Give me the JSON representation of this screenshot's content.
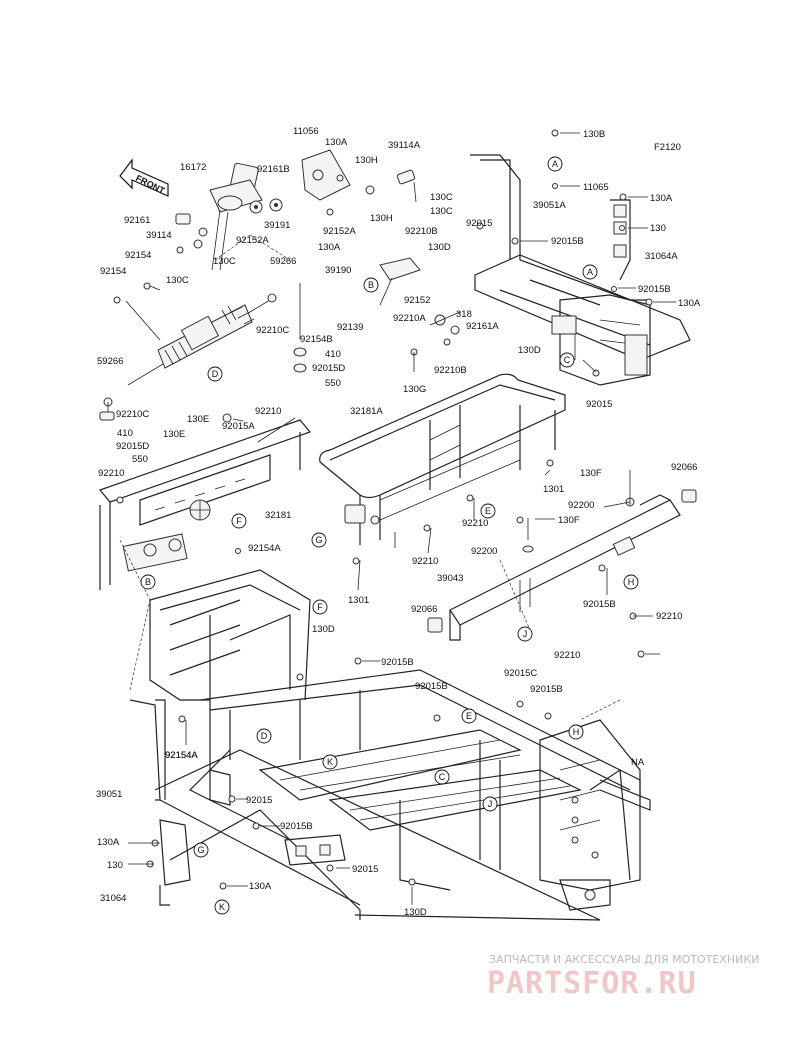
{
  "figure_code": "F2120",
  "front_arrow": "FRONT",
  "part_labels": [
    {
      "id": "p1",
      "text": "11056"
    },
    {
      "id": "p2",
      "text": "130A"
    },
    {
      "id": "p3",
      "text": "39114A"
    },
    {
      "id": "p4",
      "text": "130H"
    },
    {
      "id": "p5",
      "text": "16172"
    },
    {
      "id": "p6",
      "text": "92161B"
    },
    {
      "id": "p7",
      "text": "130C"
    },
    {
      "id": "p8",
      "text": "130C"
    },
    {
      "id": "p9",
      "text": "92161"
    },
    {
      "id": "p10",
      "text": "39114"
    },
    {
      "id": "p11",
      "text": "92152A"
    },
    {
      "id": "p12",
      "text": "92152A"
    },
    {
      "id": "p13",
      "text": "130A"
    },
    {
      "id": "p14",
      "text": "130C"
    },
    {
      "id": "p15",
      "text": "39191"
    },
    {
      "id": "p16",
      "text": "92154"
    },
    {
      "id": "p17",
      "text": "130C"
    },
    {
      "id": "p18",
      "text": "92154"
    },
    {
      "id": "p19",
      "text": "59266"
    },
    {
      "id": "p20",
      "text": "92210C"
    },
    {
      "id": "p21",
      "text": "92154B"
    },
    {
      "id": "p22",
      "text": "410"
    },
    {
      "id": "p23",
      "text": "92015D"
    },
    {
      "id": "p24",
      "text": "550"
    },
    {
      "id": "p25",
      "text": "59266"
    },
    {
      "id": "p26",
      "text": "92210C"
    },
    {
      "id": "p27",
      "text": "410"
    },
    {
      "id": "p28",
      "text": "92015D"
    },
    {
      "id": "p29",
      "text": "550"
    },
    {
      "id": "p30",
      "text": "92015A"
    },
    {
      "id": "p31",
      "text": "92210"
    },
    {
      "id": "p32",
      "text": "130E"
    },
    {
      "id": "p33",
      "text": "130E"
    },
    {
      "id": "p34",
      "text": "92210"
    },
    {
      "id": "p35",
      "text": "32181"
    },
    {
      "id": "p36",
      "text": "92154A"
    },
    {
      "id": "p37",
      "text": "130H"
    },
    {
      "id": "p38",
      "text": "92210B"
    },
    {
      "id": "p39",
      "text": "39190"
    },
    {
      "id": "p40",
      "text": "130D"
    },
    {
      "id": "p41",
      "text": "92152"
    },
    {
      "id": "p42",
      "text": "92139"
    },
    {
      "id": "p43",
      "text": "318"
    },
    {
      "id": "p44",
      "text": "92210A"
    },
    {
      "id": "p45",
      "text": "92161A"
    },
    {
      "id": "p46",
      "text": "92210B"
    },
    {
      "id": "p47",
      "text": "130G"
    },
    {
      "id": "p48",
      "text": "92154A"
    },
    {
      "id": "p49",
      "text": "39051A"
    },
    {
      "id": "p50",
      "text": "92015"
    },
    {
      "id": "p51",
      "text": "92015B"
    },
    {
      "id": "p52",
      "text": "130B"
    },
    {
      "id": "p53",
      "text": "11065"
    },
    {
      "id": "p54",
      "text": "130A"
    },
    {
      "id": "p55",
      "text": "130"
    },
    {
      "id": "p56",
      "text": "31064A"
    },
    {
      "id": "p57",
      "text": "92015B"
    },
    {
      "id": "p58",
      "text": "130A"
    },
    {
      "id": "p59",
      "text": "130D"
    },
    {
      "id": "p60",
      "text": "92015"
    },
    {
      "id": "p61",
      "text": "32181A"
    },
    {
      "id": "p62",
      "text": "1301"
    },
    {
      "id": "p63",
      "text": "92210"
    },
    {
      "id": "p64",
      "text": "92210"
    },
    {
      "id": "p65",
      "text": "1301"
    },
    {
      "id": "p66",
      "text": "130F"
    },
    {
      "id": "p67",
      "text": "92066"
    },
    {
      "id": "p68",
      "text": "92200"
    },
    {
      "id": "p69",
      "text": "130F"
    },
    {
      "id": "p70",
      "text": "92200"
    },
    {
      "id": "p71",
      "text": "39043"
    },
    {
      "id": "p72",
      "text": "92015B"
    },
    {
      "id": "p73",
      "text": "92066"
    },
    {
      "id": "p74",
      "text": "92210"
    },
    {
      "id": "p75",
      "text": "92210"
    },
    {
      "id": "p76",
      "text": "130D"
    },
    {
      "id": "p77",
      "text": "92015B"
    },
    {
      "id": "p78",
      "text": "92015C"
    },
    {
      "id": "p79",
      "text": "92015B"
    },
    {
      "id": "p80",
      "text": "92015B"
    },
    {
      "id": "p81",
      "text": "92154A"
    },
    {
      "id": "p82",
      "text": "NA"
    },
    {
      "id": "p83",
      "text": "39051"
    },
    {
      "id": "p84",
      "text": "92015"
    },
    {
      "id": "p85",
      "text": "130A"
    },
    {
      "id": "p86",
      "text": "92015B"
    },
    {
      "id": "p87",
      "text": "130"
    },
    {
      "id": "p88",
      "text": "92015"
    },
    {
      "id": "p89",
      "text": "130A"
    },
    {
      "id": "p90",
      "text": "31064"
    },
    {
      "id": "p91",
      "text": "130D"
    }
  ],
  "callouts": [
    {
      "id": "c1",
      "letter": "A"
    },
    {
      "id": "c2",
      "letter": "A"
    },
    {
      "id": "c3",
      "letter": "B"
    },
    {
      "id": "c4",
      "letter": "B"
    },
    {
      "id": "c5",
      "letter": "C"
    },
    {
      "id": "c6",
      "letter": "C"
    },
    {
      "id": "c7",
      "letter": "D"
    },
    {
      "id": "c8",
      "letter": "D"
    },
    {
      "id": "c9",
      "letter": "E"
    },
    {
      "id": "c10",
      "letter": "E"
    },
    {
      "id": "c11",
      "letter": "F"
    },
    {
      "id": "c12",
      "letter": "F"
    },
    {
      "id": "c13",
      "letter": "G"
    },
    {
      "id": "c14",
      "letter": "G"
    },
    {
      "id": "c15",
      "letter": "H"
    },
    {
      "id": "c16",
      "letter": "H"
    },
    {
      "id": "c17",
      "letter": "J"
    },
    {
      "id": "c18",
      "letter": "J"
    },
    {
      "id": "c19",
      "letter": "K"
    },
    {
      "id": "c20",
      "letter": "K"
    }
  ],
  "watermark": {
    "subtitle": "ЗАПЧАСТИ И АКСЕССУАРЫ ДЛЯ МОТОТЕХНИКИ",
    "brand": "PARTSFOR.RU"
  }
}
